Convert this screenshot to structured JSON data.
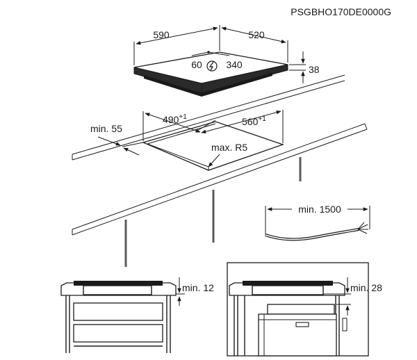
{
  "doc_code": "PSGBHO170DE0000G",
  "hob": {
    "width": "590",
    "depth": "520",
    "height": "38",
    "power_left": "60",
    "power_right": "340"
  },
  "cutout": {
    "width": "490",
    "width_tol": "+1",
    "depth": "560",
    "depth_tol": "+1",
    "edge_min": "min. 55",
    "radius": "max. R5"
  },
  "cable": {
    "length": "min. 1500"
  },
  "install_left": {
    "clearance": "min. 12"
  },
  "install_right": {
    "clearance": "min. 28"
  },
  "icons": [
    "power-connection-icon"
  ]
}
